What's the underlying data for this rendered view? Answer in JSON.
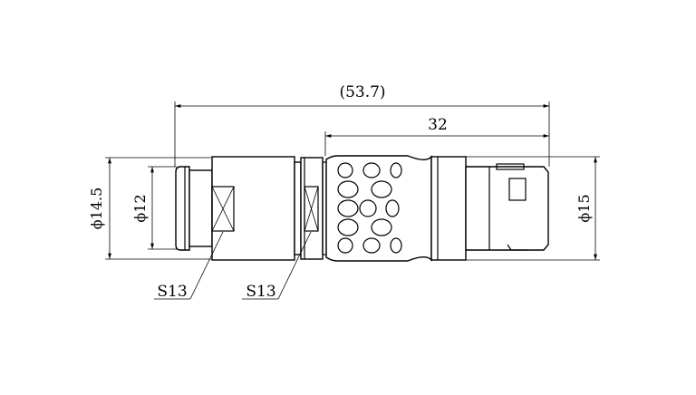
{
  "dimensions": {
    "overall_length": "(53.7)",
    "front_length": "32",
    "diameter_left": "ϕ14.5",
    "diameter_inner": "ϕ12",
    "diameter_right": "ϕ15"
  },
  "wrench_flats": {
    "flat_1": "S13",
    "flat_2": "S13"
  }
}
